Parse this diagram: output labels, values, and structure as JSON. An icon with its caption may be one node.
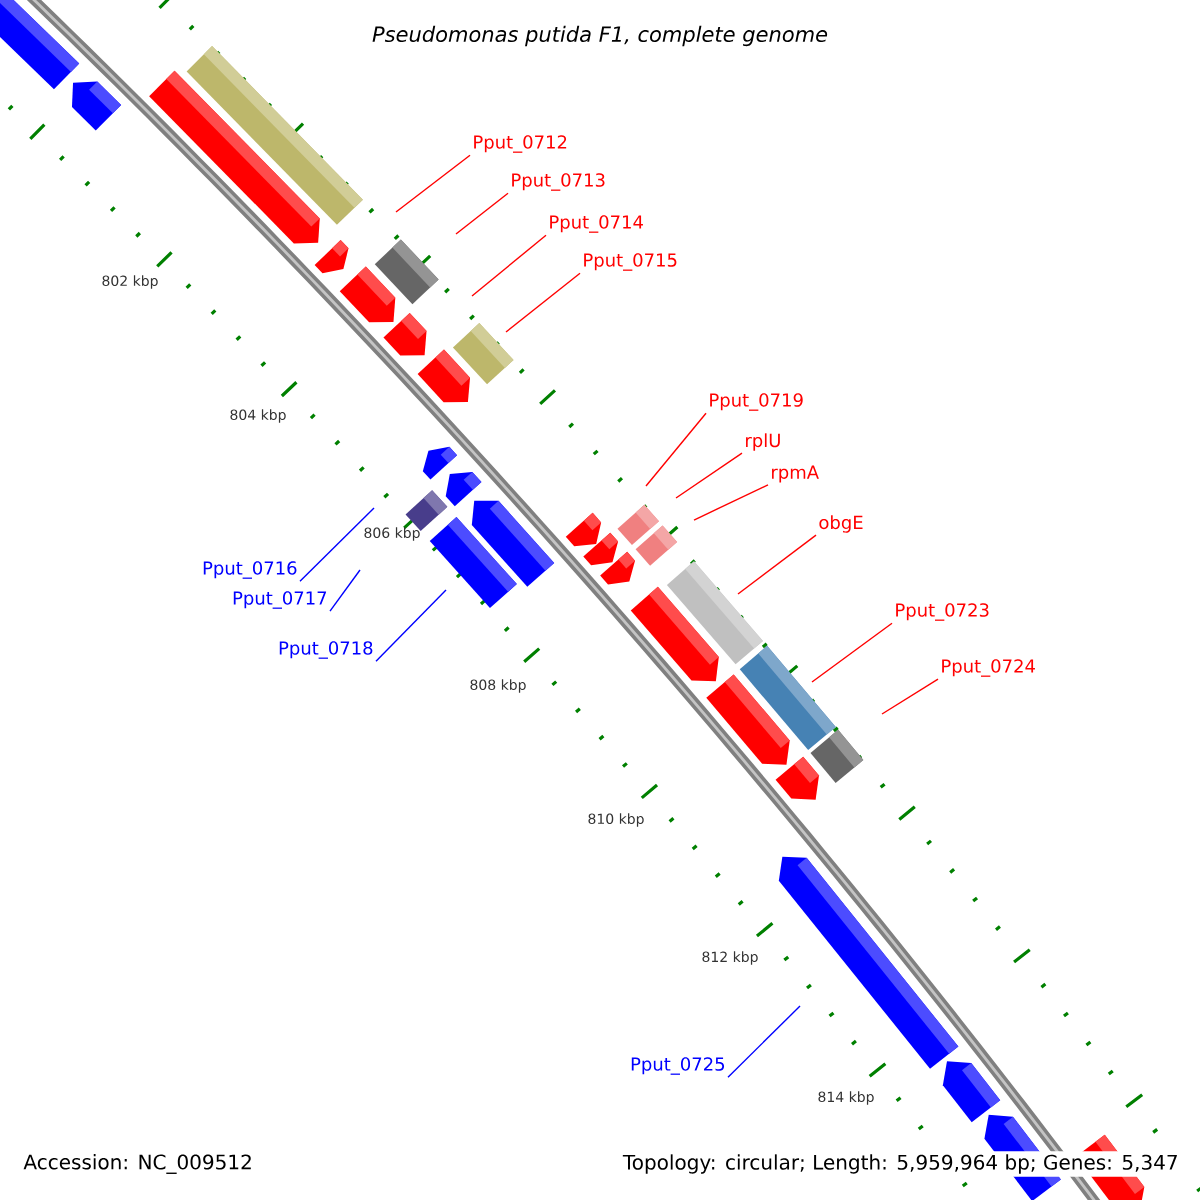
{
  "diagram": {
    "title": "Pseudomonas putida F1, complete genome",
    "nodes": [
      {
        "text": [
          "Pput_0712"
        ]
      },
      {
        "text": [
          "Pput_0713"
        ]
      },
      {
        "text": [
          "Pput_0714"
        ]
      },
      {
        "text": [
          "Pput_0715"
        ]
      },
      {
        "text": [
          "Pput_0719"
        ]
      },
      {
        "text": [
          "rplU"
        ]
      },
      {
        "text": [
          "rpmA"
        ]
      },
      {
        "text": [
          "obgE"
        ]
      },
      {
        "text": [
          "Pput_0723"
        ]
      },
      {
        "text": [
          "Pput_0724"
        ]
      },
      {
        "text": [
          "Pput_0716"
        ]
      },
      {
        "text": [
          "Pput_0717"
        ]
      },
      {
        "text": [
          "Pput_0718"
        ]
      },
      {
        "text": [
          "Pput_0725"
        ]
      }
    ],
    "edges": [
      {
        "from": 0,
        "to": null,
        "arrow": "none"
      },
      {
        "from": 1,
        "to": null,
        "arrow": "none"
      },
      {
        "from": 2,
        "to": null,
        "arrow": "none"
      },
      {
        "from": 3,
        "to": null,
        "arrow": "none"
      },
      {
        "from": 4,
        "to": null,
        "arrow": "none"
      },
      {
        "from": 5,
        "to": null,
        "arrow": "none"
      },
      {
        "from": 6,
        "to": null,
        "arrow": "none"
      },
      {
        "from": 7,
        "to": null,
        "arrow": "none"
      },
      {
        "from": 8,
        "to": null,
        "arrow": "none"
      },
      {
        "from": 9,
        "to": null,
        "arrow": "none"
      },
      {
        "from": 10,
        "to": null,
        "arrow": "none",
        "color": "#0000ff"
      },
      {
        "from": 11,
        "to": null,
        "arrow": "none",
        "color": "#0000ff"
      },
      {
        "from": 12,
        "to": null,
        "arrow": "none",
        "color": "#0000ff"
      },
      {
        "from": 13,
        "to": null,
        "arrow": "none",
        "color": "#0000ff"
      }
    ],
    "labels": [
      "802 kbp",
      "804 kbp",
      "806 kbp",
      "808 kbp",
      "810 kbp",
      "812 kbp",
      "814 kbp",
      "Accession: NC_009512",
      "Topology: circular; Length: 5,959,964 bp; Genes: 5,347"
    ]
  }
}
